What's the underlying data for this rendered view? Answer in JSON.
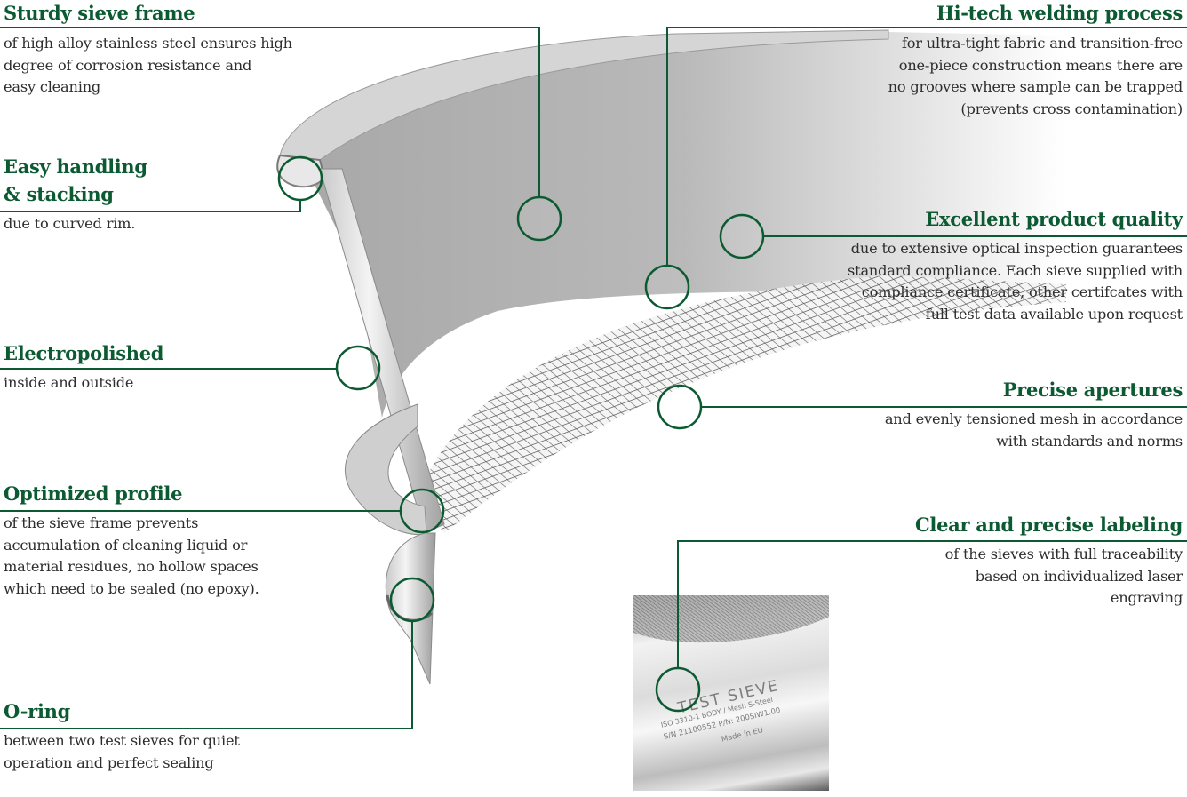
{
  "colors": {
    "accent": "#0b5a32",
    "text": "#2d2d2d"
  },
  "callouts": {
    "sturdy": {
      "title": "Sturdy sieve frame",
      "body": [
        "of high alloy stainless steel ensures high",
        "degree of corrosion resistance and",
        "easy cleaning"
      ]
    },
    "handling": {
      "title": [
        "Easy handling",
        "& stacking"
      ],
      "body": [
        "due to curved rim."
      ]
    },
    "electro": {
      "title": "Electropolished",
      "body": [
        "inside and outside"
      ]
    },
    "profile": {
      "title": "Optimized profile",
      "body": [
        "of the sieve frame prevents",
        "accumulation of cleaning liquid or",
        "material residues, no hollow spaces",
        "which need to be sealed (no epoxy)."
      ]
    },
    "oring": {
      "title": "O-ring",
      "body": [
        "between two test sieves for quiet",
        "operation and perfect sealing"
      ]
    },
    "welding": {
      "title": "Hi-tech welding process",
      "body": [
        "for ultra-tight fabric and transition-free",
        "one-piece construction means there are",
        "no grooves where sample can be trapped",
        "(prevents cross contamination)"
      ]
    },
    "quality": {
      "title": "Excellent product quality",
      "body": [
        "due to extensive optical inspection guarantees",
        "standard compliance. Each sieve supplied with",
        "compliance certificate, other certifcates with",
        "full test data available upon request"
      ]
    },
    "apertures": {
      "title": "Precise apertures",
      "body": [
        "and evenly tensioned mesh in accordance",
        "with standards and norms"
      ]
    },
    "labeling": {
      "title": "Clear and precise labeling",
      "body": [
        "of the sieves with full traceability",
        "based on individualized laser",
        "engraving"
      ]
    }
  },
  "engraving": {
    "line1": "TEST SIEVE",
    "line2": "ISO 3310-1    BODY / Mesh S-Steel",
    "line3": "S/N  21100552   P/N: 200SIW1.00",
    "line4": "Made in EU"
  }
}
